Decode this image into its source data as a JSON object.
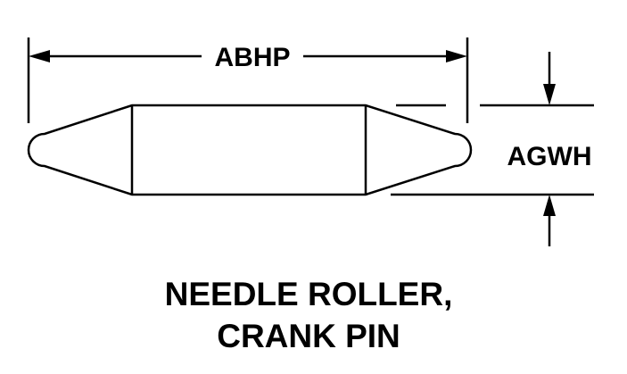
{
  "diagram": {
    "dimensions": {
      "length_label": "ABHP",
      "diameter_label": "AGWH"
    },
    "title": {
      "line1": "NEEDLE ROLLER,",
      "line2": "CRANK PIN"
    },
    "colors": {
      "ink": "#000000",
      "background": "#ffffff"
    }
  }
}
